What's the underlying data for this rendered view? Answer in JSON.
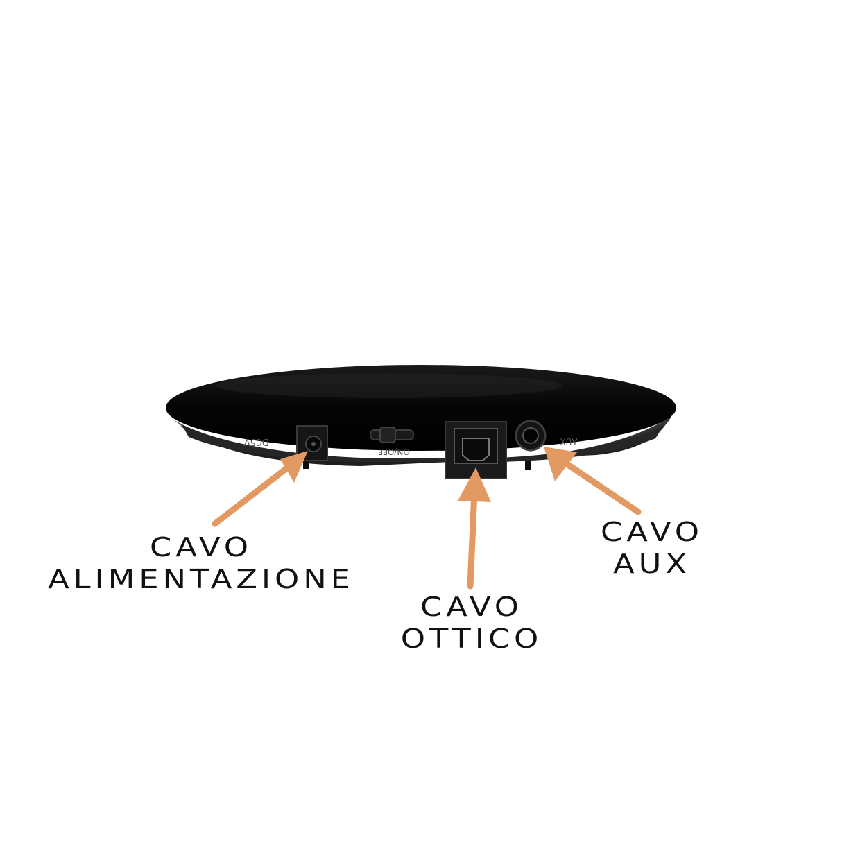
{
  "colors": {
    "background": "#ffffff",
    "device_body": "#0b0b0b",
    "device_panel": "#2a2a2a",
    "arrow": "#e39a62",
    "label_text": "#111111"
  },
  "device": {
    "port_labels": {
      "dc": "DC5V",
      "switch": "ON/OFF",
      "aux": "AUX"
    }
  },
  "labels": {
    "power": {
      "line1": "CAVO",
      "line2": "ALIMENTAZIONE"
    },
    "optical": {
      "line1": "CAVO",
      "line2": "OTTICO"
    },
    "aux": {
      "line1": "CAVO",
      "line2": "AUX"
    }
  }
}
